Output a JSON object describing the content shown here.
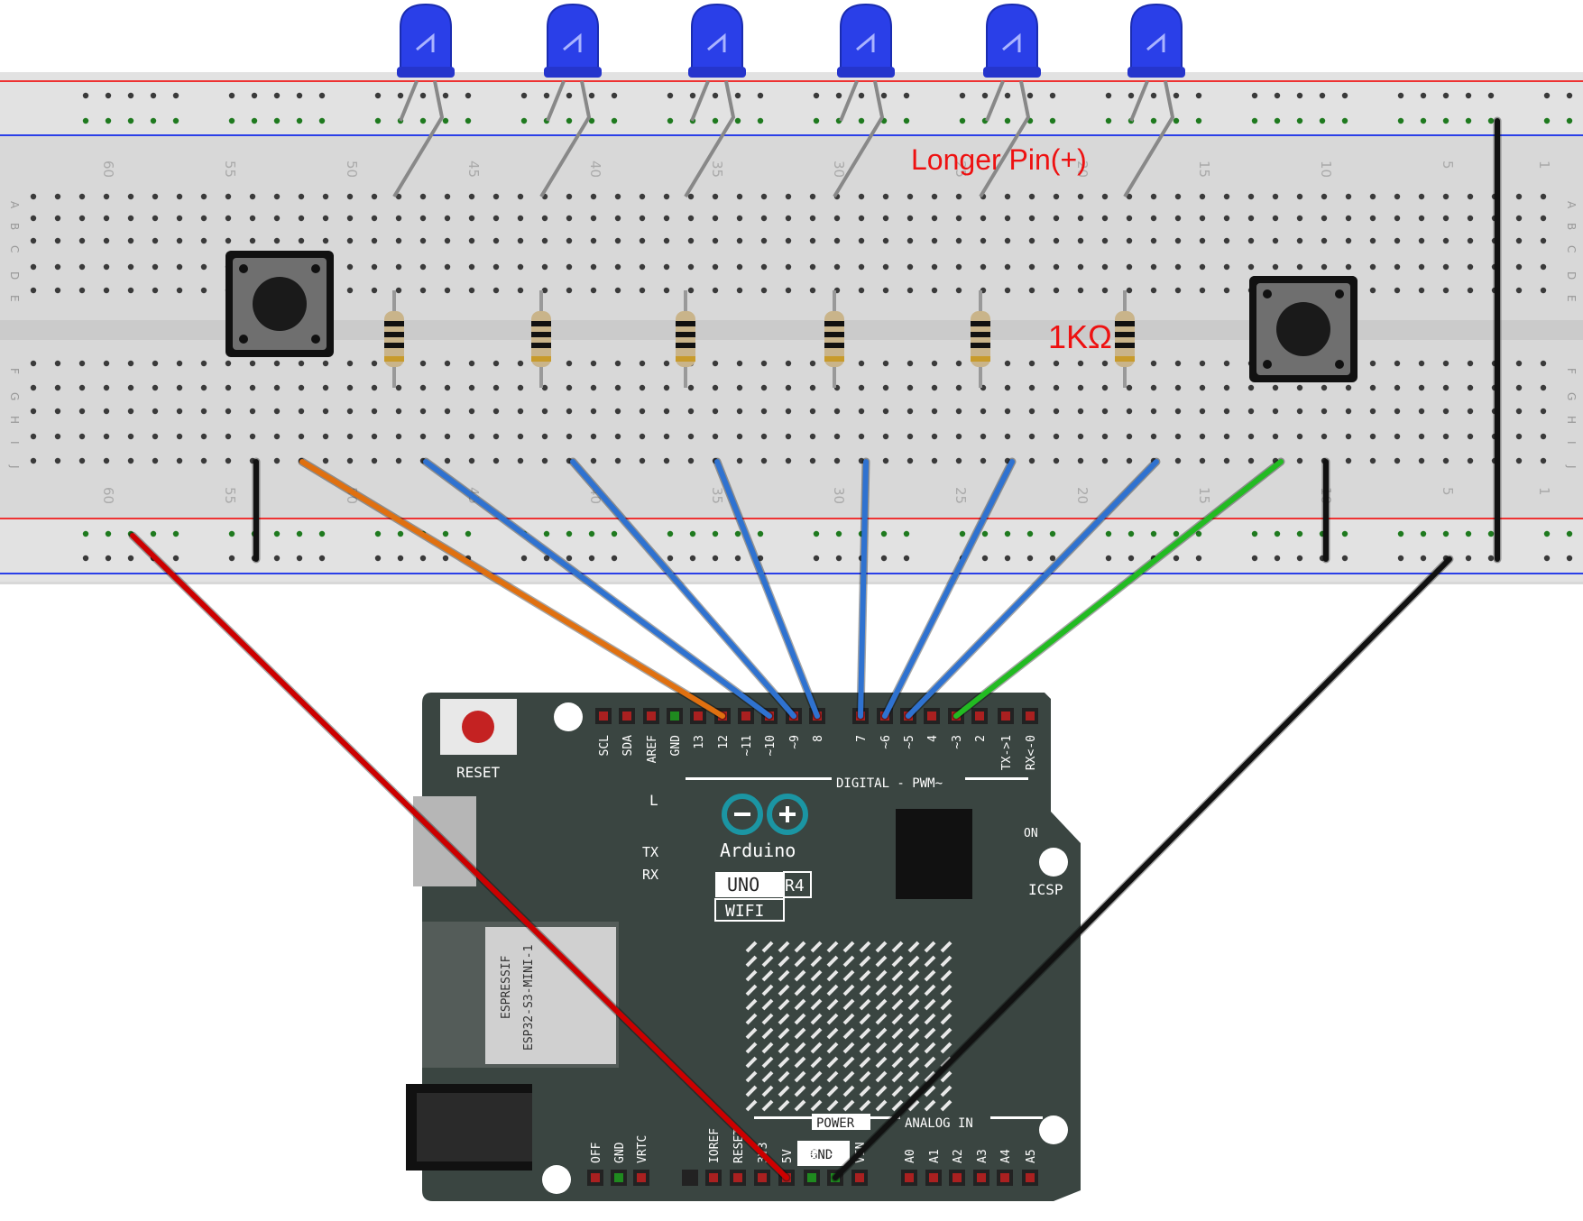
{
  "annotations": {
    "longer_pin": "Longer Pin(+)",
    "resistor_value": "1KΩ"
  },
  "breadboard": {
    "row_letters_top": [
      "A",
      "B",
      "C",
      "D",
      "E"
    ],
    "row_letters_bottom": [
      "F",
      "G",
      "H",
      "I",
      "J"
    ],
    "column_numbers": [
      "60",
      "55",
      "50",
      "45",
      "40",
      "35",
      "30",
      "25",
      "20",
      "15",
      "10",
      "5",
      "1"
    ]
  },
  "board": {
    "brand": "Arduino",
    "model": "UNO",
    "revision": "R4",
    "variant": "WIFI",
    "module_vendor": "ESPRESSIF",
    "module_name": "ESP32-S3-MINI-1",
    "reset_label": "RESET",
    "digital_header_label": "DIGITAL - PWM~",
    "power_label": "POWER",
    "analog_label": "ANALOG IN",
    "icsp_label": "ICSP",
    "on_label": "ON",
    "l_label": "L",
    "tx_label": "TX",
    "rx_label": "RX",
    "gnd_box_label": "GND",
    "digital_pins": [
      "SCL",
      "SDA",
      "AREF",
      "GND",
      "13",
      "12",
      "~11",
      "~10",
      "~9",
      "8",
      "7",
      "~6",
      "~5",
      "4",
      "~3",
      "2",
      "TX->1",
      "RX<-0"
    ],
    "power_pins": [
      "IOREF",
      "RESET",
      "3V3",
      "5V",
      "GND",
      "GND",
      "VIN"
    ],
    "analog_pins": [
      "A0",
      "A1",
      "A2",
      "A3",
      "A4",
      "A5"
    ],
    "side_pins": [
      "OFF",
      "GND",
      "VRTC"
    ]
  },
  "colors": {
    "wire_red": "#cc0000",
    "wire_orange": "#e07010",
    "wire_blue": "#2f72d0",
    "wire_green": "#22bb22",
    "wire_black": "#111111",
    "led_blue": "#2a3fe8",
    "pcb": "#3a4541",
    "annotation_red": "#ee1111",
    "breadboard": "#dcdcdc"
  }
}
